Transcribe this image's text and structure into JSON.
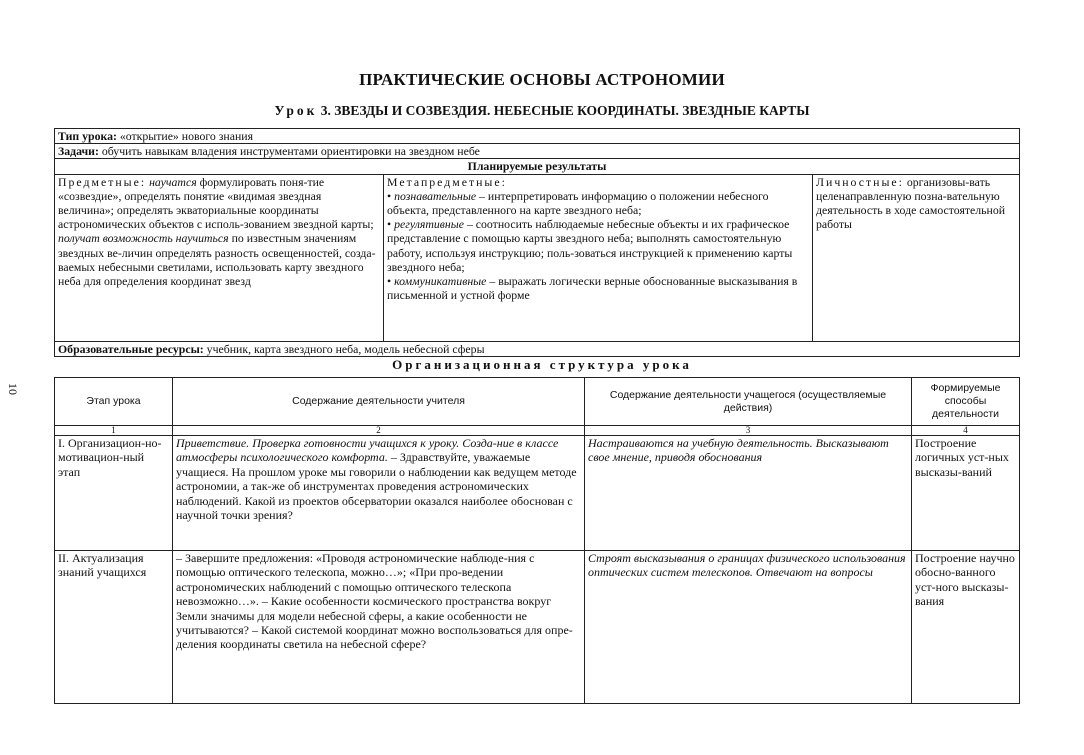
{
  "page_number": "10",
  "title": "ПРАКТИЧЕСКИЕ ОСНОВЫ АСТРОНОМИИ",
  "lesson": {
    "word": "Урок",
    "rest": "3. ЗВЕЗДЫ И СОЗВЕЗДИЯ. НЕБЕСНЫЕ КООРДИНАТЫ. ЗВЕЗДНЫЕ КАРТЫ"
  },
  "lesson_type": {
    "label": "Тип урока:",
    "value": "«открытие» нового знания"
  },
  "tasks": {
    "label": "Задачи:",
    "value": "обучить навыкам владения инструментами ориентировки на звездном небе"
  },
  "planned_results_header": "Планируемые результаты",
  "subject": {
    "label": "Предметные:",
    "p1_it": "научатся",
    "p1": "формулировать поня-тие «созвездие», определять понятие «видимая звездная величина»; определять экваториальные координаты астрономических объектов с исполь-зованием звездной карты;",
    "p2_it": "получат возможность научиться",
    "p2": "по известным значениям звездных ве-личин определять разность освещенностей, созда-ваемых небесными светилами, использовать карту звездного неба для определения координат звезд"
  },
  "meta": {
    "label": "Метапредметные:",
    "b1_it": "познавательные",
    "b1": "– интерпретировать информацию о положении небесного объекта, представленного на карте звездного неба;",
    "b2_it": "регулятивные",
    "b2": "– соотносить наблюдаемые небесные объекты и их графическое представление с помощью карты звездного неба; выполнять самостоятельную работу, используя инструкцию; поль-зоваться инструкцией к применению карты звездного неба;",
    "b3_it": "коммуникативные",
    "b3": "– выражать логически верные обоснованные высказывания в письменной и устной форме"
  },
  "personal": {
    "label": "Личностные:",
    "text": "организовы-вать целенаправленную позна-вательную деятельность в ходе самостоятельной работы"
  },
  "resources": {
    "label": "Образовательные ресурсы:",
    "value": "учебник, карта звездного неба, модель небесной сферы"
  },
  "org_structure_title": "Организационная структура урока",
  "table": {
    "headers": [
      "Этап урока",
      "Содержание деятельности учителя",
      "Содержание деятельности учащегося (осуществляемые действия)",
      "Формируемые способы деятельности"
    ],
    "numbers": [
      "1",
      "2",
      "3",
      "4"
    ],
    "rows": [
      {
        "stage": "I. Организацион-но-мотивацион-ный этап",
        "teacher_it": "Приветствие. Проверка готовности учащихся к уроку. Созда-ние в классе атмосферы психологического комфорта.",
        "teacher": "– Здравствуйте, уважаемые учащиеся. На прошлом уроке мы говорили о наблюдении как ведущем методе астрономии, а так-же об инструментах проведения астрономических наблюдений. Какой из проектов обсерватории оказался наиболее обоснован с научной точки зрения?",
        "student": "Настраиваются на учебную деятельность. Высказывают свое мнение, приводя обоснования",
        "formed": "Построение логичных уст-ных высказы-ваний"
      },
      {
        "stage": "II. Актуализация знаний учащихся",
        "teacher_it": "",
        "teacher": "– Завершите предложения: «Проводя астрономические наблюде-ния с помощью оптического телескопа, можно…»; «При про-ведении астрономических наблюдений с помощью оптического телескопа невозможно…». – Какие особенности космического пространства вокруг Земли значимы для модели небесной сферы, а какие особенности не учитываются? – Какой системой координат можно воспользоваться для опре-деления координаты светила на небесной сфере?",
        "student": "Строят высказывания о границах физического использования оптических систем телескопов. Отвечают на вопросы",
        "formed": "Построение научно обосно-ванного уст-ного высказы-вания"
      }
    ]
  }
}
